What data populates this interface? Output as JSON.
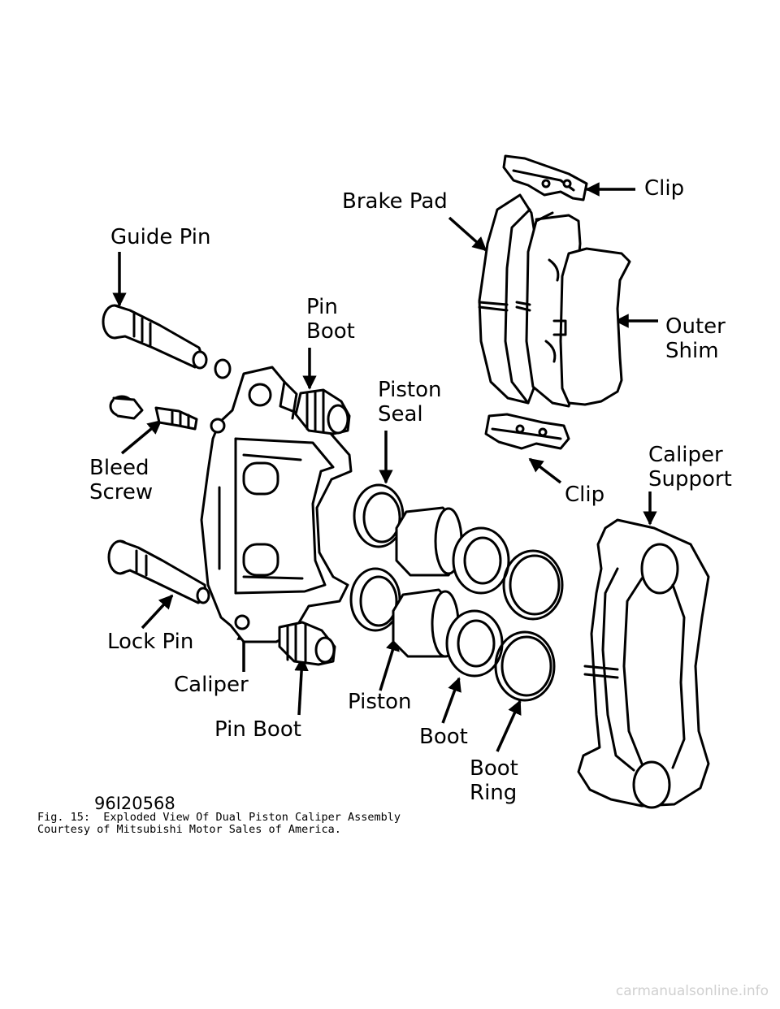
{
  "labels": {
    "clip_top": "Clip",
    "brake_pad": "Brake Pad",
    "guide_pin": "Guide Pin",
    "pin_boot_top_1": "Pin",
    "pin_boot_top_2": "Boot",
    "outer_shim_1": "Outer",
    "outer_shim_2": "Shim",
    "piston_seal_1": "Piston",
    "piston_seal_2": "Seal",
    "caliper_support_1": "Caliper",
    "caliper_support_2": "Support",
    "bleed_screw_1": "Bleed",
    "bleed_screw_2": "Screw",
    "clip_bottom": "Clip",
    "lock_pin": "Lock Pin",
    "caliper": "Caliper",
    "pin_boot_bottom": "Pin Boot",
    "piston": "Piston",
    "boot": "Boot",
    "boot_ring_1": "Boot",
    "boot_ring_2": "Ring"
  },
  "figure_id": "96I20568",
  "caption": {
    "line1": "Fig. 15:  Exploded View Of Dual Piston Caliper Assembly",
    "line2": "Courtesy of Mitsubishi Motor Sales of America."
  },
  "watermark": "carmanualsonline.info"
}
